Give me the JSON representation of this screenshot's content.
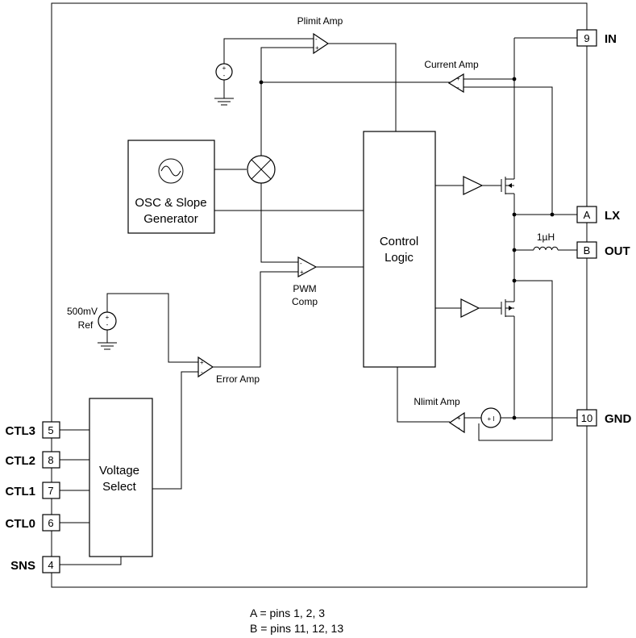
{
  "blocks": {
    "osc_line1": "OSC & Slope",
    "osc_line2": "Generator",
    "control_line1": "Control",
    "control_line2": "Logic",
    "voltage_line1": "Voltage",
    "voltage_line2": "Select"
  },
  "amps": {
    "plimit": "Plimit Amp",
    "current": "Current Amp",
    "pwm_line1": "PWM",
    "pwm_line2": "Comp",
    "error": "Error Amp",
    "nlimit": "Nlimit Amp"
  },
  "reference": {
    "value": "500mV",
    "label": "Ref"
  },
  "inductor": {
    "value": "1µH"
  },
  "pins_right": [
    {
      "num": "9",
      "name": "IN"
    },
    {
      "num": "A",
      "name": "LX"
    },
    {
      "num": "B",
      "name": "OUT"
    },
    {
      "num": "10",
      "name": "GND"
    }
  ],
  "pins_left": [
    {
      "num": "5",
      "name": "CTL3"
    },
    {
      "num": "8",
      "name": "CTL2"
    },
    {
      "num": "7",
      "name": "CTL1"
    },
    {
      "num": "6",
      "name": "CTL0"
    },
    {
      "num": "4",
      "name": "SNS"
    }
  ],
  "legend": [
    "A = pins 1, 2, 3",
    "B = pins 11, 12, 13"
  ]
}
